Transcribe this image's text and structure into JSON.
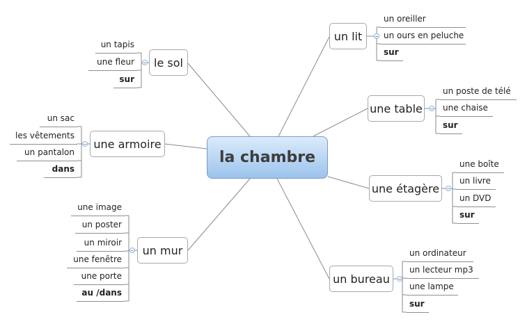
{
  "central": "la chambre",
  "topics": {
    "lit": {
      "label": "un lit",
      "items": [
        "un oreiller",
        "un ours en peluche"
      ],
      "prep": "sur"
    },
    "table": {
      "label": "une table",
      "items": [
        "un poste de télé",
        "une chaise"
      ],
      "prep": "sur"
    },
    "etagere": {
      "label": "une étagère",
      "items": [
        "une boîte",
        "un livre",
        "un DVD"
      ],
      "prep": "sur"
    },
    "bureau": {
      "label": "un bureau",
      "items": [
        "un ordinateur",
        "un lecteur mp3",
        "une lampe"
      ],
      "prep": "sur"
    },
    "sol": {
      "label": "le sol",
      "items": [
        "un tapis",
        "une fleur"
      ],
      "prep": "sur"
    },
    "armoire": {
      "label": "une armoire",
      "items": [
        "un sac",
        "les vêtements",
        "un pantalon"
      ],
      "prep": "dans"
    },
    "mur": {
      "label": "un mur",
      "items": [
        "une image",
        "un poster",
        "un miroir",
        "une fenêtre",
        "une porte"
      ],
      "prep": "au /dans"
    }
  }
}
